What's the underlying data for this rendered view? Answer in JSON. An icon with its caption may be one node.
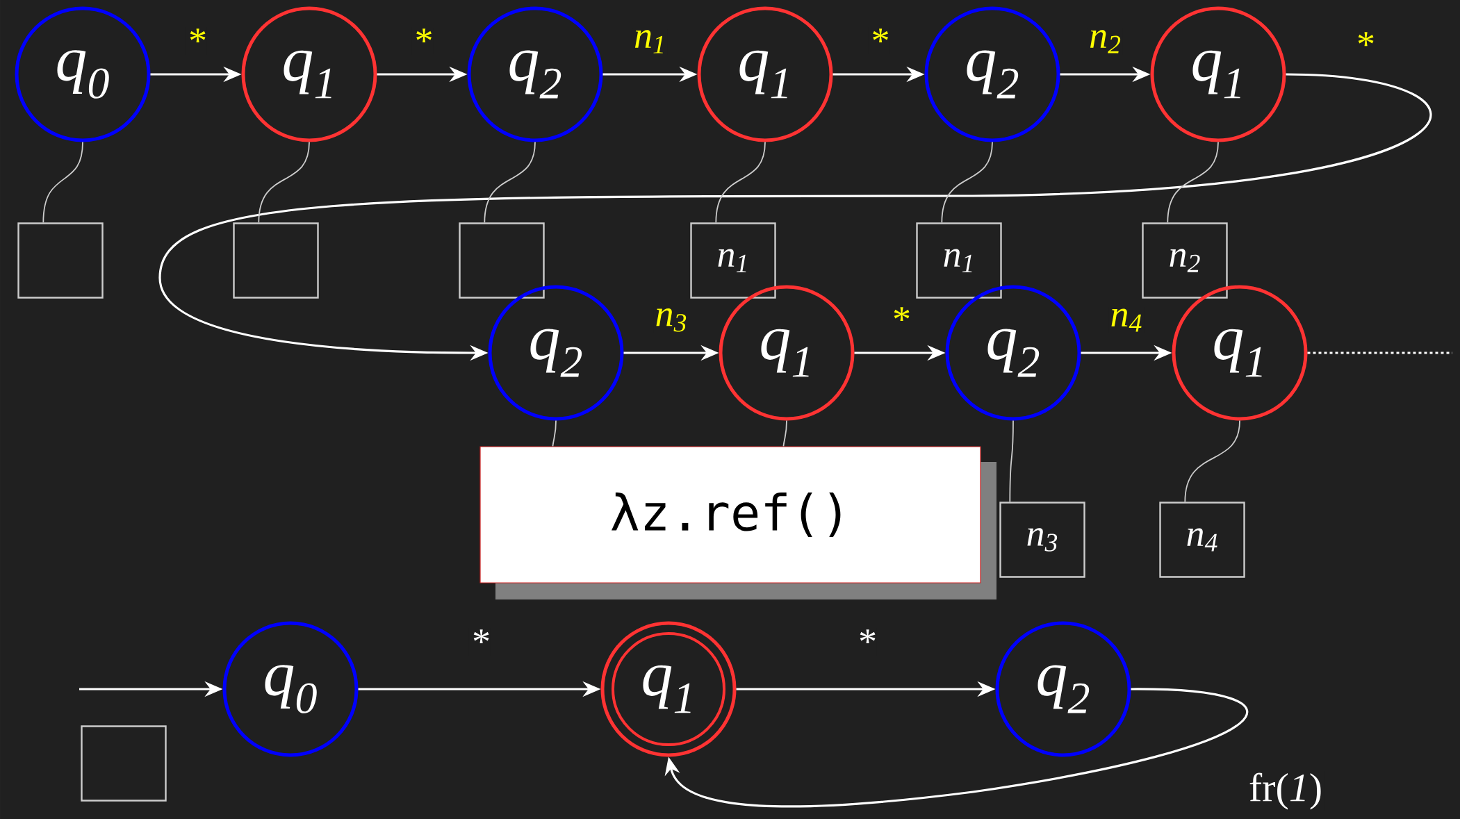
{
  "diagram": {
    "nodes": [
      {
        "text": [
          "q$_{0}$"
        ]
      },
      {
        "text": [
          "q$_{1}$"
        ]
      },
      {
        "text": [
          "q$_{2}$"
        ]
      },
      {
        "text": [
          "q$_{1}$"
        ]
      },
      {
        "text": [
          "q$_{2}$"
        ]
      },
      {
        "text": [
          "q$_{1}$"
        ]
      },
      {
        "text": [],
        "shape": "box"
      },
      {
        "text": [],
        "shape": "box"
      },
      {
        "text": [],
        "shape": "box"
      },
      {
        "text": [
          "n$_{1}$"
        ]
      },
      {
        "text": [
          "n$_{1}$"
        ]
      },
      {
        "text": [
          "n$_{2}$"
        ]
      },
      {
        "text": [
          "q$_{2}$"
        ]
      },
      {
        "text": [
          "q$_{1}$"
        ]
      },
      {
        "text": [
          "q$_{2}$"
        ]
      },
      {
        "text": [
          "q$_{1}$"
        ]
      },
      {
        "text": [
          "n$_{3}$"
        ]
      },
      {
        "text": [
          "n$_{4}$"
        ]
      },
      {
        "text": [
          "λz.ref()"
        ]
      },
      {
        "text": [
          "q$_{0}$"
        ]
      },
      {
        "text": [
          "q$_{1}$"
        ]
      },
      {
        "text": [
          "q$_{2}$"
        ]
      },
      {
        "text": [],
        "shape": "box"
      }
    ],
    "edges": [
      {
        "from": 0,
        "to": 1,
        "arrow": "to",
        "label": "*"
      },
      {
        "from": 1,
        "to": 2,
        "arrow": "to",
        "label": "*"
      },
      {
        "from": 2,
        "to": 3,
        "arrow": "to",
        "label": "n$_{1}$"
      },
      {
        "from": 3,
        "to": 4,
        "arrow": "to",
        "label": "*"
      },
      {
        "from": 4,
        "to": 5,
        "arrow": "to",
        "label": "n$_{2}$"
      },
      {
        "from": 5,
        "to": 12,
        "arrow": "to",
        "label": "*"
      },
      {
        "from": 12,
        "to": 13,
        "arrow": "to",
        "label": "n$_{3}$"
      },
      {
        "from": 13,
        "to": 14,
        "arrow": "to",
        "label": "*"
      },
      {
        "from": 14,
        "to": 15,
        "arrow": "to",
        "label": "n$_{4}$"
      },
      {
        "from": 15,
        "to": null,
        "arrow": "none",
        "style": "dashed"
      },
      {
        "from": 0,
        "to": 6,
        "arrow": "none",
        "color": "#cccccc"
      },
      {
        "from": 1,
        "to": 7,
        "arrow": "none",
        "color": "#cccccc"
      },
      {
        "from": 2,
        "to": 8,
        "arrow": "none",
        "color": "#cccccc"
      },
      {
        "from": 3,
        "to": 9,
        "arrow": "none",
        "color": "#cccccc"
      },
      {
        "from": 4,
        "to": 10,
        "arrow": "none",
        "color": "#cccccc"
      },
      {
        "from": 5,
        "to": 11,
        "arrow": "none",
        "color": "#cccccc"
      },
      {
        "from": 12,
        "to": 18,
        "arrow": "none",
        "color": "#cccccc"
      },
      {
        "from": 13,
        "to": 18,
        "arrow": "none",
        "color": "#cccccc"
      },
      {
        "from": 14,
        "to": 16,
        "arrow": "none",
        "color": "#cccccc"
      },
      {
        "from": 15,
        "to": 17,
        "arrow": "none",
        "color": "#cccccc"
      },
      {
        "from": null,
        "to": 19,
        "arrow": "to"
      },
      {
        "from": 19,
        "to": 20,
        "arrow": "to",
        "label": "*"
      },
      {
        "from": 20,
        "to": 21,
        "arrow": "to",
        "label": "*"
      },
      {
        "from": 21,
        "to": 20,
        "arrow": "to",
        "label": "fr(*1*)"
      }
    ]
  }
}
